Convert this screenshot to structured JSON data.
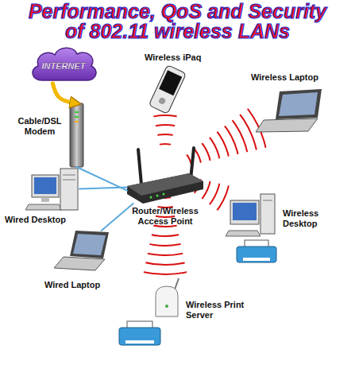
{
  "diagram": {
    "title": "Performance, QoS and Security of 802.11 wireless LANs",
    "nodes": [
      {
        "text": [
          "INTERNET"
        ]
      },
      {
        "text": [
          "Wireless iPaq"
        ]
      },
      {
        "text": [
          "Wireless Laptop"
        ]
      },
      {
        "text": [
          "Cable/DSL Modem"
        ]
      },
      {
        "text": [
          "Wired Desktop"
        ]
      },
      {
        "text": [
          "Router/Wireless Access Point"
        ]
      },
      {
        "text": [
          "Wireless Desktop"
        ]
      },
      {
        "text": [
          "Wired Laptop"
        ]
      },
      {
        "text": [
          "Wireless Print Server"
        ]
      }
    ],
    "edges": [
      {
        "from": 0,
        "to": 3,
        "arrow": "to"
      },
      {
        "from": 3,
        "to": 5,
        "arrow": "none"
      },
      {
        "from": 4,
        "to": 5,
        "arrow": "none"
      },
      {
        "from": 7,
        "to": 5,
        "arrow": "none"
      }
    ]
  }
}
